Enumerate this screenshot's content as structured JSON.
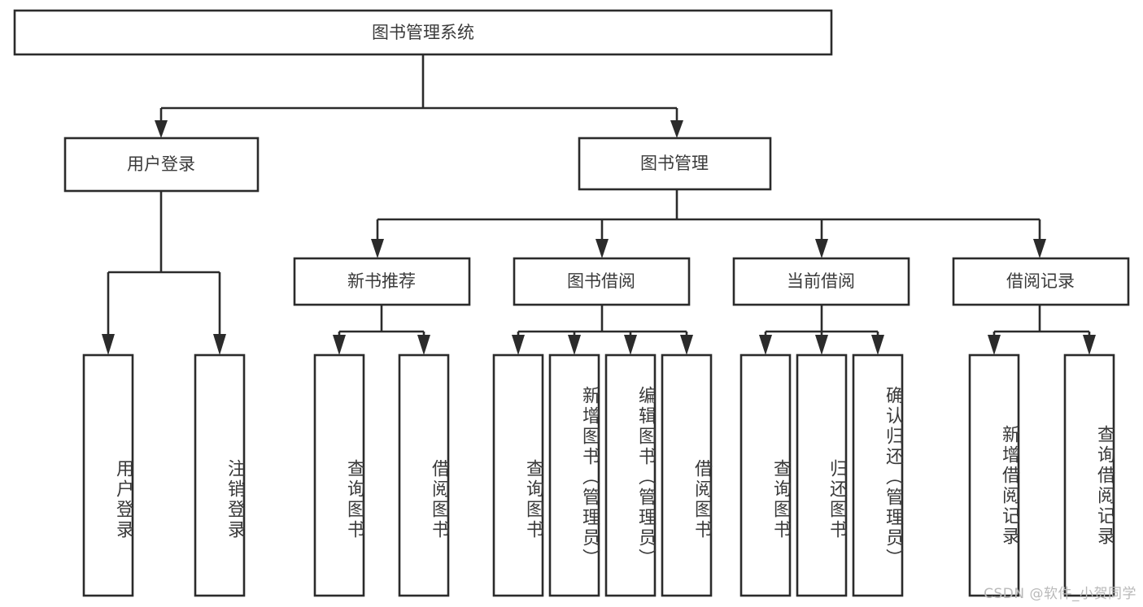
{
  "diagram": {
    "title": "图书管理系统",
    "watermark": "CSDN @软件_小贺同学",
    "colors": {
      "stroke": "#2b2b2b",
      "box_fill": "#ffffff",
      "text": "#3a3a3a",
      "watermark": "#b9b9b9",
      "background": "#ffffff"
    },
    "root": {
      "label": "图书管理系统"
    },
    "level2": [
      {
        "label": "用户登录"
      },
      {
        "label": "图书管理"
      }
    ],
    "level3": [
      {
        "label": "新书推荐"
      },
      {
        "label": "图书借阅"
      },
      {
        "label": "当前借阅"
      },
      {
        "label": "借阅记录"
      }
    ],
    "leaves": {
      "user_login": [
        {
          "label": "用户登录"
        },
        {
          "label": "注销登录"
        }
      ],
      "new_book": [
        {
          "label": "查询图书"
        },
        {
          "label": "借阅图书"
        }
      ],
      "book_borrow": [
        {
          "label": "查询图书"
        },
        {
          "label": "新增图书（管理员）"
        },
        {
          "label": "编辑图书（管理员）"
        },
        {
          "label": "借阅图书"
        }
      ],
      "current_borrow": [
        {
          "label": "查询图书"
        },
        {
          "label": "归还图书"
        },
        {
          "label": "确认归还（管理员）"
        }
      ],
      "borrow_record": [
        {
          "label": "新增借阅记录"
        },
        {
          "label": "查询借阅记录"
        }
      ]
    }
  }
}
